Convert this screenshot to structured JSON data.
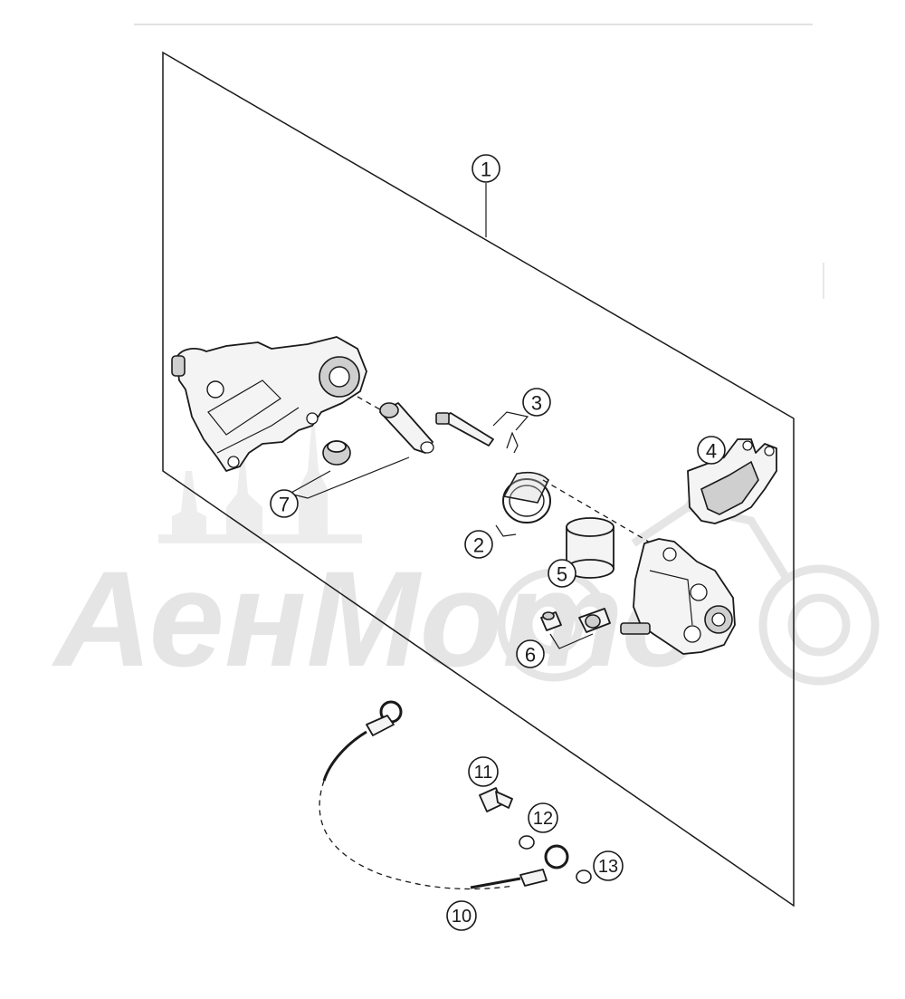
{
  "diagram": {
    "watermark_text": "АенМото",
    "callouts": [
      {
        "id": "callout-1",
        "label": "1"
      },
      {
        "id": "callout-2",
        "label": "2"
      },
      {
        "id": "callout-3",
        "label": "3"
      },
      {
        "id": "callout-4",
        "label": "4"
      },
      {
        "id": "callout-5",
        "label": "5"
      },
      {
        "id": "callout-6",
        "label": "6"
      },
      {
        "id": "callout-7",
        "label": "7"
      },
      {
        "id": "callout-10",
        "label": "10"
      },
      {
        "id": "callout-11",
        "label": "11"
      },
      {
        "id": "callout-12",
        "label": "12"
      },
      {
        "id": "callout-13",
        "label": "13"
      }
    ],
    "colors": {
      "line": "#1a1a1a",
      "watermark": "#e3e3e3",
      "background": "#ffffff"
    }
  }
}
